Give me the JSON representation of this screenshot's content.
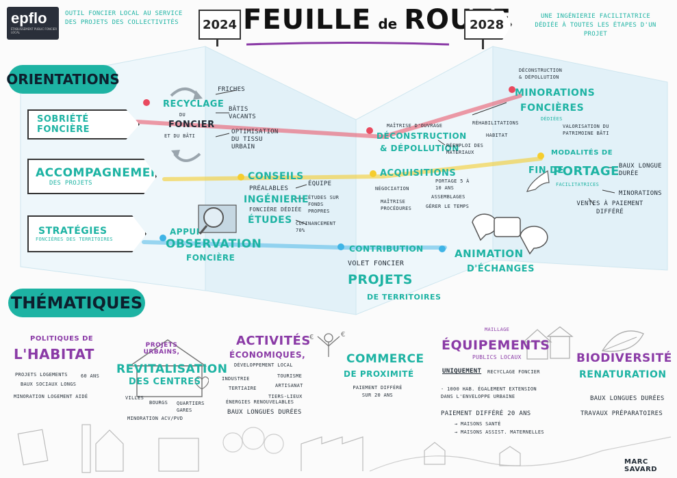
{
  "header": {
    "logo_text": "epflo",
    "logo_subtitle": "Établissement public foncier local",
    "tagline_left": "Outil foncier local au service des projets des collectivités",
    "year_start": "2024",
    "year_end": "2028",
    "title_part1": "Feuille",
    "title_part2": "de",
    "title_part3": "Route",
    "tagline_right": "Une ingénierie facilitatrice dédiée à toutes les étapes d'un projet"
  },
  "orientations": {
    "label": "Orientations",
    "signs": [
      {
        "main": "Sobriété foncière",
        "sub": ""
      },
      {
        "main": "Accompagnement",
        "sub": "des projets"
      },
      {
        "main": "Stratégies",
        "sub": "foncières des territoires"
      }
    ]
  },
  "map": {
    "recyclage": {
      "title": "Recyclage",
      "line2": "du",
      "line3": "foncier",
      "line4": "et du bâti",
      "items": [
        "Friches",
        "Bâtis vacants",
        "Optimisation du tissu urbain"
      ]
    },
    "conseils": {
      "title": "Conseils",
      "line2": "préalables",
      "ingenierie": "Ingénierie",
      "ingenierie_sub": "foncière dédiée",
      "etudes": "Études",
      "items": [
        "Équipe",
        "Études sur fonds propres",
        "Cofinancement 70%"
      ]
    },
    "observation": {
      "title1": "Appui",
      "title2": "Observation",
      "title3": "foncière"
    },
    "deconstruction": {
      "pre": "Maîtrise d'ouvrage",
      "title1": "Déconstruction",
      "title2": "& Dépollution",
      "note": "Réemploi des matériaux"
    },
    "acquisitions": {
      "title": "Acquisitions",
      "items": [
        "Négociation",
        "Maîtrise procédures",
        "Portage 5 à 10 ans",
        "Assemblages",
        "Gérer le temps"
      ]
    },
    "contribution": {
      "title": "Contribution",
      "line2": "Volet foncier",
      "line3": "Projets",
      "line4": "de territoires"
    },
    "animation": {
      "title1": "Animation",
      "title2": "d'échanges"
    },
    "minorations": {
      "pre": "Déconstruction & dépollution",
      "title1": "Minorations",
      "title2": "foncières",
      "sub": "dédiées",
      "items": [
        "Réhabilitations",
        "Habitat",
        "Valorisation du patrimoine bâti"
      ]
    },
    "portage": {
      "title0": "Modalités de",
      "title1": "Fin de",
      "title2": "Portage",
      "sub": "facilitatrices",
      "items": [
        "Baux longue durée",
        "Minorations",
        "Ventes à paiement différé"
      ]
    }
  },
  "thematiques": {
    "label": "Thématiques",
    "habitat": {
      "title1": "Politiques de",
      "title2": "l'Habitat",
      "items": [
        "Projets logements",
        "Baux sociaux longs",
        "60 ans",
        "Minoration logement aidé"
      ]
    },
    "revitalisation": {
      "title1": "Projets urbains,",
      "title2": "Revitalisation",
      "title3": "des centres",
      "items": [
        "Villes",
        "Bourgs",
        "Quartiers gares",
        "Minoration ACV/PVD"
      ]
    },
    "activites": {
      "title1": "Activités",
      "title2": "économiques,",
      "sub": "développement local",
      "items": [
        "Industrie",
        "Tertiaire",
        "Tourisme",
        "Artisanat",
        "Tiers-lieux",
        "Énergies renouvelables",
        "Baux longues durées"
      ]
    },
    "commerce": {
      "title1": "Commerce",
      "title2": "de proximité",
      "items": [
        "Paiement différé sur 20 ans"
      ]
    },
    "equipements": {
      "pre": "Maillage",
      "title": "Équipements",
      "sub": "publics locaux",
      "uniquement": "Uniquement",
      "recyclage": "recyclage foncier",
      "items": [
        "- 1000 hab. également extension dans l'enveloppe urbaine",
        "Paiement différé 20 ans",
        "→ Maisons santé",
        "→ Maisons assist. maternelles"
      ]
    },
    "biodiversite": {
      "title1": "Biodiversité",
      "title2": "Renaturation",
      "items": [
        "Baux longues durées",
        "Travaux préparatoires"
      ]
    }
  },
  "signature": "Marc Savard",
  "colors": {
    "teal": "#1db3a3",
    "purple": "#8a3aa6",
    "red": "#e94a5f",
    "yellow": "#f5cd2e",
    "blue": "#3fb4e6",
    "map": "#e9f5fb"
  }
}
